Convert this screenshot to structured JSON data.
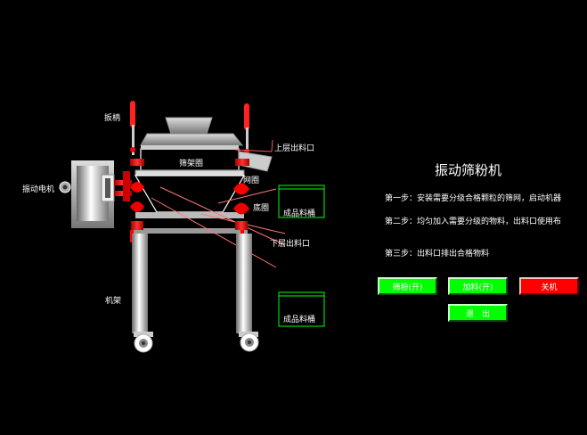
{
  "machine": {
    "labels": {
      "handle": "扳柄",
      "motor": "振动电机",
      "screen_frame": "筛架圈",
      "mesh_ring": "网圈",
      "bottom_ring": "底圈",
      "upper_outlet": "上层出料口",
      "lower_outlet": "下层出料口",
      "frame": "机架",
      "product_bucket_1": "成品料桶",
      "product_bucket_2": "成品料桶"
    }
  },
  "panel": {
    "title": "振动筛粉机",
    "steps": [
      "第一步：安装需要分级合格颗粒的筛网，启动机器",
      "第二步：均匀加入需要分级的物料，出料口使用布",
      "第三步：出料口排出合格物料"
    ],
    "buttons": {
      "sieve": "筛粉(开)",
      "feed": "加料(开)",
      "close": "关机",
      "exit": "退　出"
    }
  }
}
